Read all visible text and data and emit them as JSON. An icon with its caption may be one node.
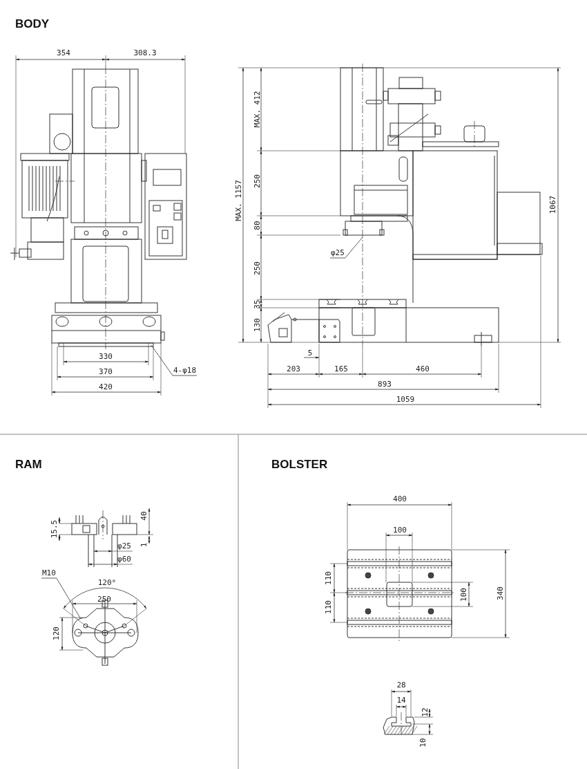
{
  "diagram": {
    "nodes": [
      {
        "text": [
          "4-φ18"
        ]
      },
      {
        "text": [
          "φ25"
        ]
      },
      {
        "text": [
          "M10"
        ]
      }
    ],
    "edges": [
      {
        "from": 0,
        "to": null,
        "arrow": "none"
      },
      {
        "from": 1,
        "to": null,
        "arrow": "none"
      },
      {
        "from": 2,
        "to": null,
        "arrow": "none"
      }
    ],
    "labels": [
      "BODY",
      "354",
      "308.3",
      "MAX. 412",
      "MAX. 1157",
      "250",
      "80",
      "250",
      "35",
      "130",
      "1067",
      "330",
      "370",
      "420",
      "5",
      "203",
      "165",
      "460",
      "893",
      "1059",
      "RAM",
      "BOLSTER",
      "40",
      "15.5",
      "1",
      "φ25",
      "φ60",
      "120°",
      "250",
      "120",
      "400",
      "100",
      "110",
      "110",
      "100",
      "340",
      "28",
      "14",
      "12",
      "10"
    ]
  }
}
